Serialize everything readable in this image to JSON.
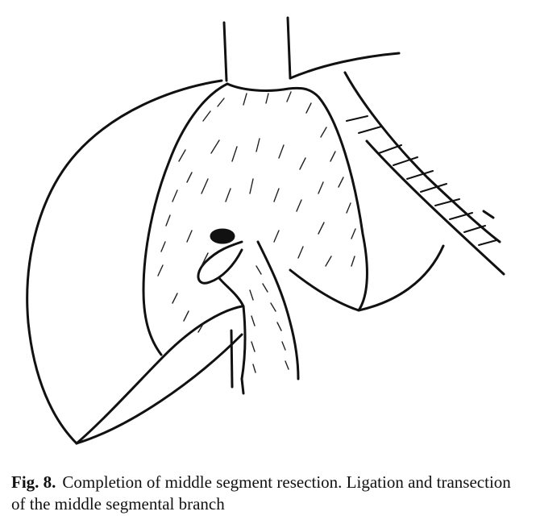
{
  "figure": {
    "illustration": "liver-resection-drawing",
    "stroke_color": "#111111",
    "background_color": "#ffffff"
  },
  "caption": {
    "label": "Fig. 8.",
    "text": "Completion of middle segment resection. Ligation and transection of the middle segmental branch"
  }
}
